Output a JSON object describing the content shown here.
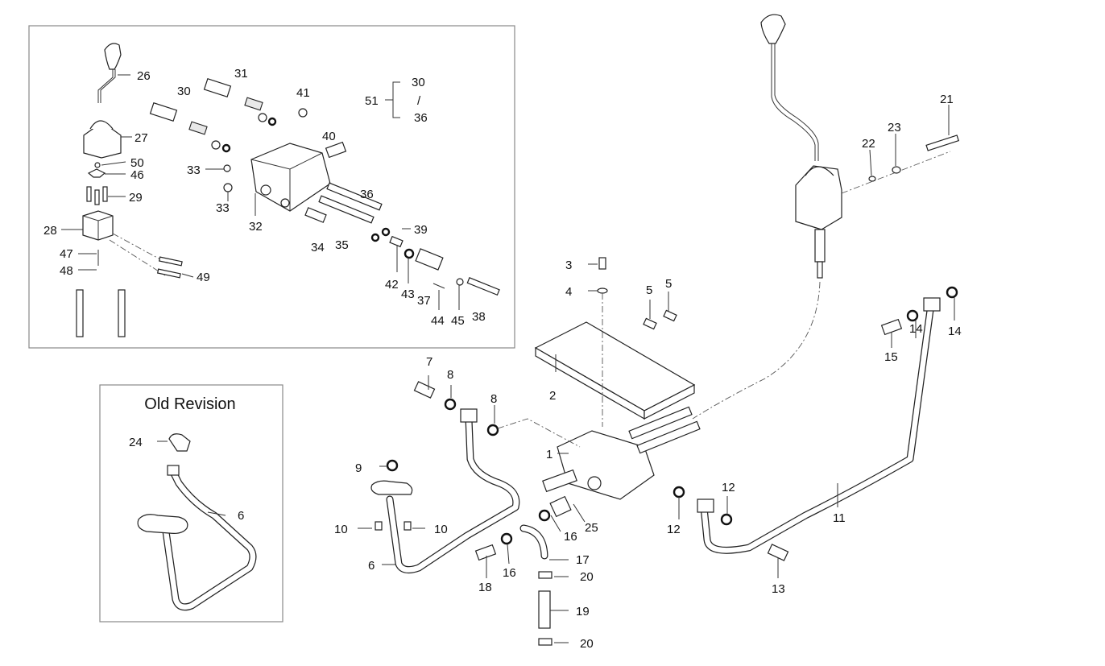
{
  "diagram": {
    "type": "exploded-parts-diagram",
    "subject": "Hydraulic control valve with joystick lever and pipes",
    "inset_detail": {
      "labels": [
        "26",
        "27",
        "50",
        "46",
        "29",
        "28",
        "47",
        "48",
        "49",
        "30",
        "31",
        "33",
        "33",
        "32",
        "41",
        "40",
        "36",
        "34",
        "35",
        "39",
        "42",
        "43",
        "37",
        "44",
        "45",
        "38"
      ],
      "kit_note": {
        "kit": "51",
        "from": "30",
        "to": "36"
      }
    },
    "old_revision": {
      "title": "Old Revision",
      "labels": [
        "24",
        "6"
      ]
    },
    "main": {
      "labels": [
        "1",
        "2",
        "3",
        "4",
        "5",
        "5",
        "6",
        "7",
        "8",
        "8",
        "9",
        "10",
        "10",
        "11",
        "12",
        "12",
        "13",
        "14",
        "14",
        "15",
        "16",
        "16",
        "17",
        "18",
        "19",
        "20",
        "20",
        "21",
        "22",
        "23",
        "25"
      ]
    }
  },
  "labels": {
    "l26": "26",
    "l27": "27",
    "l50": "50",
    "l46": "46",
    "l29": "29",
    "l28": "28",
    "l47": "47",
    "l48": "48",
    "l49": "49",
    "l30a": "30",
    "l31": "31",
    "l33a": "33",
    "l33b": "33",
    "l32": "32",
    "l41": "41",
    "l40": "40",
    "l36": "36",
    "l34": "34",
    "l35": "35",
    "l39": "39",
    "l42": "42",
    "l43": "43",
    "l37": "37",
    "l44": "44",
    "l45": "45",
    "l38": "38",
    "l51": "51",
    "l51_30": "30",
    "l51_sep": "/",
    "l51_36": "36",
    "old_title": "Old Revision",
    "l24": "24",
    "l6old": "6",
    "l1": "1",
    "l2": "2",
    "l3": "3",
    "l4": "4",
    "l5a": "5",
    "l5b": "5",
    "l6": "6",
    "l7": "7",
    "l8a": "8",
    "l8b": "8",
    "l9": "9",
    "l10a": "10",
    "l10b": "10",
    "l11": "11",
    "l12a": "12",
    "l12b": "12",
    "l13": "13",
    "l14a": "14",
    "l14b": "14",
    "l15": "15",
    "l16a": "16",
    "l16b": "16",
    "l17": "17",
    "l18": "18",
    "l19": "19",
    "l20a": "20",
    "l20b": "20",
    "l21": "21",
    "l22": "22",
    "l23": "23",
    "l25": "25"
  }
}
